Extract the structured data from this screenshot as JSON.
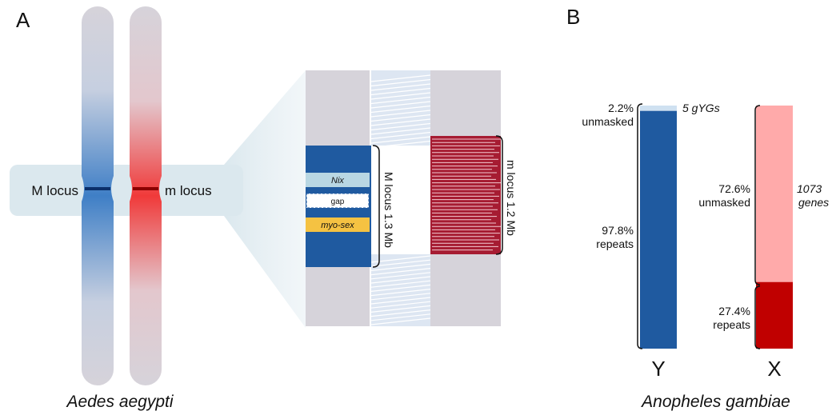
{
  "panelA": {
    "label": "A",
    "species": "Aedes aegypti",
    "chromM_label": "M locus",
    "chromm_label": "m locus",
    "nix_label": "Nix",
    "gap_label": "gap",
    "myosex_label": "myo-sex",
    "Mlocus_size": "M locus 1.3 Mb",
    "mlocus_size": "m locus 1.2 Mb"
  },
  "panelB": {
    "label": "B",
    "species": "Anopheles gambiae",
    "Y_label": "Y",
    "X_label": "X",
    "Y_unmasked_pct": "2.2%",
    "Y_unmasked_word": "unmasked",
    "Y_repeats_pct": "97.8%",
    "Y_repeats_word": "repeats",
    "Y_genes": "5 gYGs",
    "X_unmasked_pct": "72.6%",
    "X_unmasked_word": "unmasked",
    "X_repeats_pct": "27.4%",
    "X_repeats_word": "repeats",
    "X_genes_count": "1073",
    "X_genes_word": "genes"
  },
  "chart_data": {
    "type": "bar",
    "categories": [
      "Y",
      "X"
    ],
    "series": [
      {
        "name": "unmasked",
        "values": [
          2.2,
          72.6
        ]
      },
      {
        "name": "repeats",
        "values": [
          97.8,
          27.4
        ]
      }
    ],
    "ylim": [
      0,
      100
    ]
  },
  "colors": {
    "chromosome_grey": "#d6d3da",
    "blue": "#1f5aa0",
    "blue_light": "#cfe1f1",
    "red": "#c00000",
    "pink": "#ffaaaa",
    "crimson": "#a61c32",
    "zoom_bg": "#dbe8ee",
    "myosex_yellow": "#f5c242",
    "nix_bg": "#b9d7e3"
  }
}
